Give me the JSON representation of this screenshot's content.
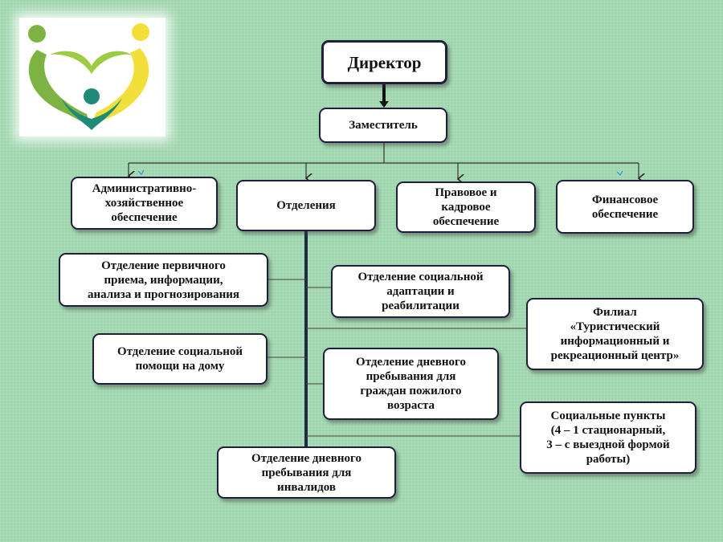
{
  "diagram": {
    "director": "Директор",
    "deputy": "Заместитель",
    "level2": [
      "Административно-\nхозяйственное\nобеспечение",
      "Отделения",
      "Правовое и\nкадровое\nобеспечение",
      "Финансовое\nобеспечение"
    ],
    "departments": {
      "primary_reception": "Отделение первичного\nприема, информации,\nанализа и прогнозирования",
      "social_adaptation": "Отделение социальной\nадаптации и\nреабилитации",
      "branch": "Филиал\n«Туристический\nинформационный и\nрекреационный центр»",
      "home_help": "Отделение социальной\nпомощи на дому",
      "day_elderly": "Отделение дневного\nпребывания для\nграждан пожилого\nвозраста",
      "social_points": "Социальные пункты\n(4 – 1 стационарный,\n3 – с выездной формой\nработы)",
      "day_disabled": "Отделение дневного\nпребывания для\nинвалидов"
    }
  },
  "colors": {
    "background": "#9fd6ad",
    "box_border": "#1f1f3d",
    "logo_green": "#7cb342",
    "logo_yellow": "#f2df3a",
    "logo_teal": "#1e8a78"
  }
}
